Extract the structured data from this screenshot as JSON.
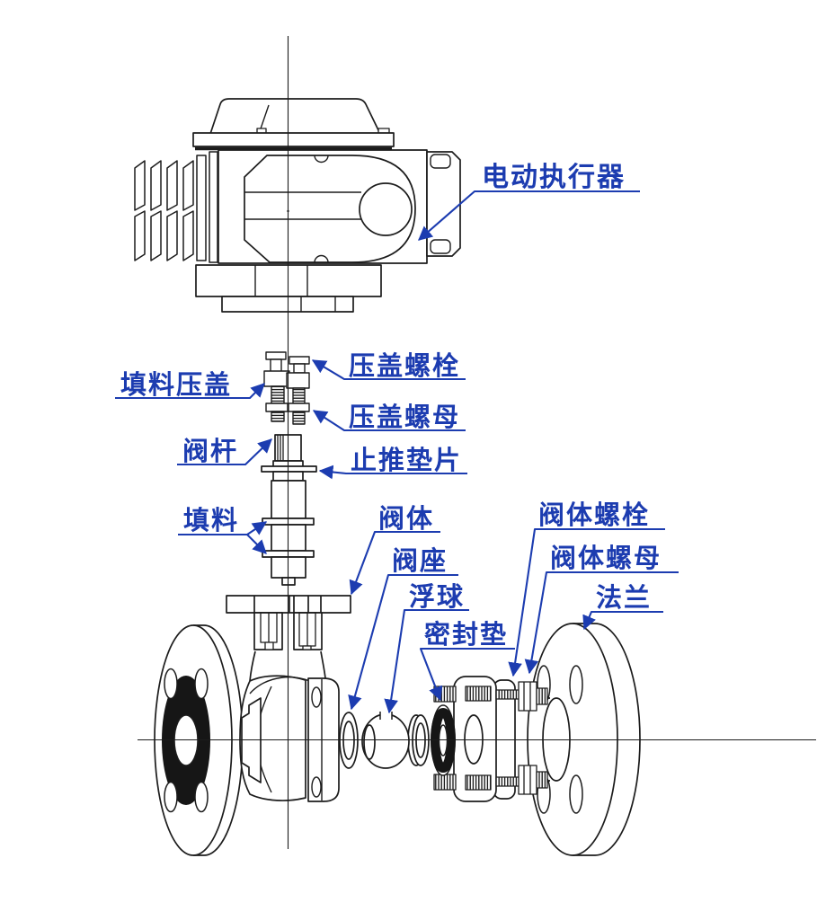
{
  "diagram": {
    "kind": "exploded-assembly-drawing",
    "labels": [
      {
        "id": "electric-actuator",
        "text": "电动执行器"
      },
      {
        "id": "packing-gland",
        "text": "填料压盖"
      },
      {
        "id": "gland-bolt",
        "text": "压盖螺栓"
      },
      {
        "id": "gland-nut",
        "text": "压盖螺母"
      },
      {
        "id": "valve-stem",
        "text": "阀杆"
      },
      {
        "id": "thrust-washer",
        "text": "止推垫片"
      },
      {
        "id": "packing",
        "text": "填料"
      },
      {
        "id": "valve-body",
        "text": "阀体"
      },
      {
        "id": "valve-seat",
        "text": "阀座"
      },
      {
        "id": "floating-ball",
        "text": "浮球"
      },
      {
        "id": "seal-gasket",
        "text": "密封垫"
      },
      {
        "id": "body-bolt",
        "text": "阀体螺栓"
      },
      {
        "id": "body-nut",
        "text": "阀体螺母"
      },
      {
        "id": "flange",
        "text": "法兰"
      }
    ],
    "colors": {
      "label": "#1c3cb0",
      "line": "#1c1c1c",
      "dark": "#161616",
      "background": "#ffffff"
    }
  }
}
